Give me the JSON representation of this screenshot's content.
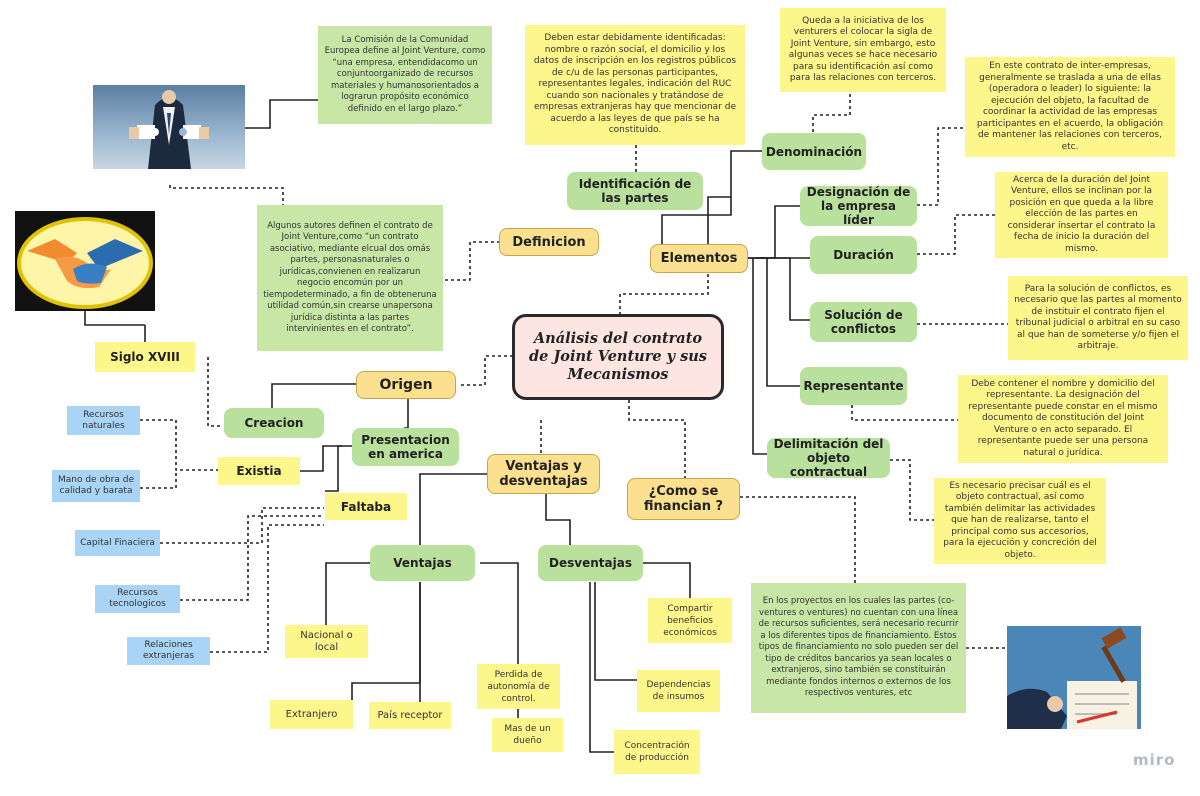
{
  "central": "Análisis del contrato de Joint Venture y sus Mecanismos",
  "branches": {
    "definicion": "Definicion",
    "origen": "Origen",
    "elementos": "Elementos",
    "ventajas_desventajas": "Ventajas y desventajas",
    "como_financian": "¿Como se financian ?"
  },
  "definicion_notes": {
    "comision": "La Comisión de la Comunidad Europea define al Joint Venture, como “una empresa, entendidacomo un conjuntoorganizado de recursos materiales y humanosorientados a lograrun propósito económico definido en el largo plazo.”",
    "autores": "Algunos autores definen el contrato de Joint Venture,como “un contrato asociativo, mediante elcual dos omás partes, personasnaturales o jurídicas,convienen en realizarun negocio encomún por un tiempodeterminado, a fin de obteneruna utilidad común,sin crearse unapersona jurídica distinta a las partes intervinientes en el contrato”."
  },
  "origen": {
    "creacion": "Creacion",
    "siglo": "Siglo XVIII",
    "presentacion": "Presentacion en america",
    "existia": "Existia",
    "faltaba": "Faltaba",
    "recursos_naturales": "Recursos naturales",
    "mano_obra": "Mano de obra de calidad y barata",
    "capital": "Capital Finaciera",
    "recursos_tecnologicos": "Recursos tecnologicos",
    "relaciones": "Relaciones extranjeras"
  },
  "elementos": {
    "identificacion": "Identificación de las partes",
    "identificacion_note": "Deben estar debidamente identificadas: nombre o razón social, el domicilio y los datos de inscripción en los registros públicos de c/u de las personas participantes, representantes legales, indicación del RUC cuando son nacionales y tratándose de empresas extranjeras hay que mencionar de acuerdo a las leyes de que país se ha constituido.",
    "denominacion": "Denominación",
    "denominacion_note": "Queda a la iniciativa de los venturers el colocar la sigla de Joint Venture, sin embargo, esto algunas veces se hace necesario para su identificación así como para las relaciones con terceros.",
    "designacion": "Designación de la empresa líder",
    "designacion_note": "En este contrato de inter-empresas, generalmente se traslada a una de ellas (operadora o leader) lo siguiente: la ejecución del objeto, la facultad de coordinar la actividad de las empresas participantes en el acuerdo, la obligación de mantener las relaciones con terceros, etc.",
    "duracion": "Duración",
    "duracion_note": "Acerca de la duración del Joint Venture, ellos se inclinan por la posición en que queda a la libre elección de las partes en considerar insertar el contrato la fecha de inicio la duración del mismo.",
    "solucion": "Solución de conflictos",
    "solucion_note": "Para la solución de conflictos, es necesario que las partes al momento de instituir el contrato fijen el tribunal judicial o arbitral en su caso al que han de someterse y/o fijen el arbitraje.",
    "representante": "Representante",
    "representante_note": "Debe contener el nombre y domicilio del representante. La designación del representante puede constar en el mismo documento de constitución del Joint Venture o en acto separado. El representante puede ser una persona natural o jurídica.",
    "delimitacion": "Delimitación del objeto contractual",
    "delimitacion_note": "Es necesario precisar cuál es el objeto contractual, así como también delimitar las actividades que han de realizarse, tanto el principal como sus accesorios, para la ejecución y concreción del objeto."
  },
  "ventajas": {
    "label": "Ventajas",
    "nacional": "Nacional o local",
    "extranjero": "Extranjero",
    "pais_receptor": "País receptor"
  },
  "desventajas": {
    "label": "Desventajas",
    "perdida": "Perdida de autonomía de control.",
    "mas_de_un": "Mas de un dueño",
    "compartir": "Compartir beneficios económicos",
    "dependencias": "Dependencias de insumos",
    "concentracion": "Concentración de producción"
  },
  "financian_note": "En los proyectos en los cuales las partes (co-ventures o ventures) no cuentan con una línea de recursos suficientes, será necesario recurrir a los diferentes tipos de financiamiento. Estos tipos de financiamiento no solo pueden ser del tipo de créditos bancarios ya sean locales o extranjeros, sino también se constituirán mediante fondos internos o externos de los respectivos ventures, etc",
  "watermark": "miro",
  "colors": {
    "green": "#b9e09c",
    "orange": "#fbe08f",
    "yellow": "#fdf68a",
    "blue": "#a9d4f5",
    "central_bg": "#fde5e1"
  },
  "icons": {
    "puzzle_photo": "businessman-puzzle-photo",
    "handshake": "handshake-icon",
    "gavel": "judge-gavel-photo"
  }
}
